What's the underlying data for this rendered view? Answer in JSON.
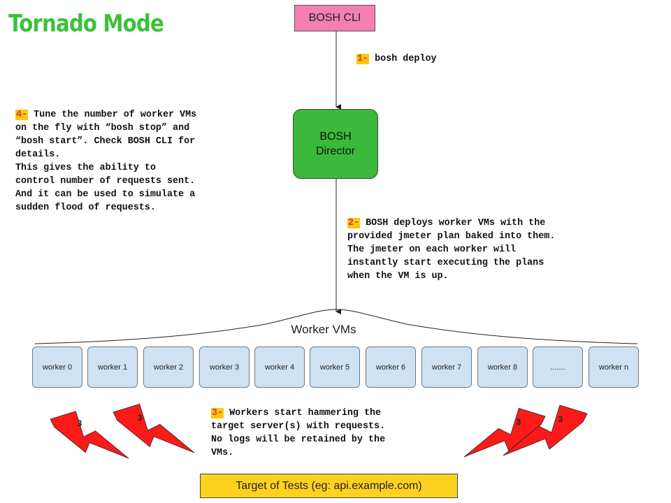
{
  "title": "Tornado Mode",
  "cli": {
    "label": "BOSH CLI"
  },
  "director": {
    "line1": "BOSH",
    "line2": "Director"
  },
  "steps": {
    "s1": {
      "num": "1-",
      "text": "bosh deploy"
    },
    "s2": {
      "num": "2-",
      "lines": [
        "BOSH deploys worker VMs with the",
        "provided jmeter plan baked into them.",
        "The jmeter on each worker will",
        "instantly start executing the plans",
        "when the VM is up."
      ]
    },
    "s3": {
      "num": "3-",
      "lines": [
        "Workers start hammering the",
        "target server(s) with requests.",
        "No logs will be retained by the",
        "VMs."
      ]
    },
    "s4": {
      "num": "4-",
      "lines": [
        "Tune the number of worker VMs",
        "on the fly with “bosh stop” and",
        "“bosh start”. Check BOSH CLI for",
        "details.",
        "This gives the ability to",
        "control number of requests sent.",
        "And it can be used to simulate a",
        "sudden flood of requests."
      ]
    }
  },
  "workers": {
    "label": "Worker VMs",
    "items": [
      "worker 0",
      "worker 1",
      "worker 2",
      "worker 3",
      "worker 4",
      "worker 5",
      "worker 6",
      "worker 7",
      "worker 8",
      ".......",
      "worker n"
    ]
  },
  "bolts": {
    "label": "3"
  },
  "target": {
    "label": "Target of Tests (eg: api.example.com)"
  },
  "colors": {
    "title": "#3bc13b",
    "cli": "#f47fb1",
    "director": "#3ab93a",
    "worker": "#cfe2f3",
    "target": "#ffd21f",
    "bolt": "#ff1a1a",
    "highlight": "#f9c80e"
  }
}
